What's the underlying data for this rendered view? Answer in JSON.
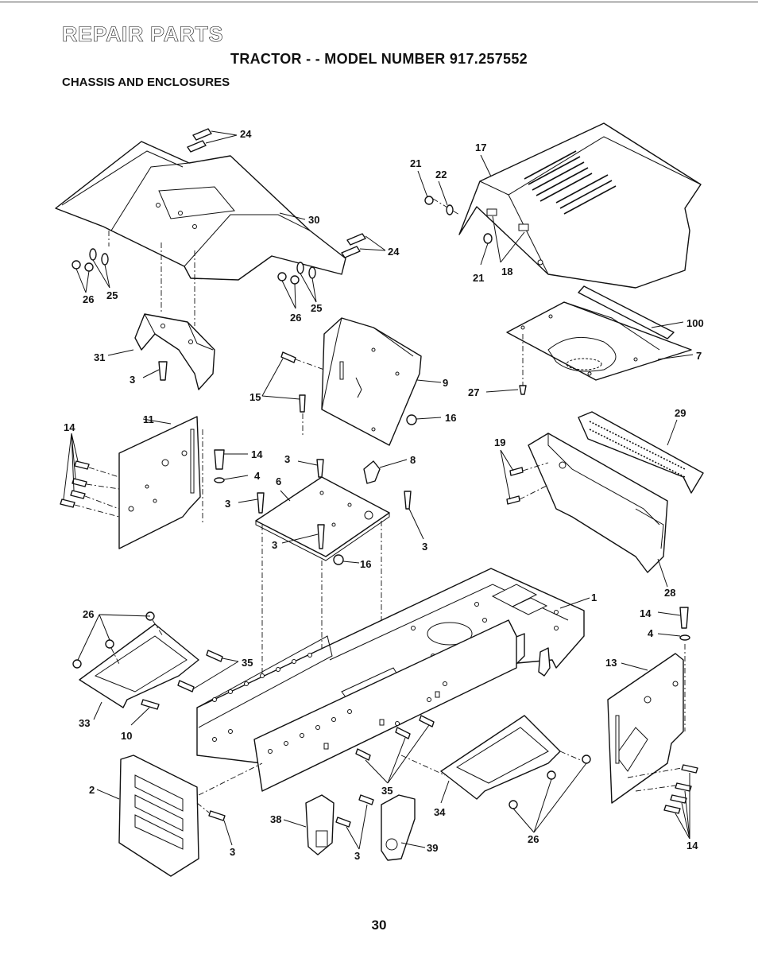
{
  "header": {
    "title": "REPAIR PARTS",
    "subtitle": "TRACTOR - - MODEL NUMBER 917.257552",
    "section": "CHASSIS AND ENCLOSURES"
  },
  "page_number": "30",
  "callouts": {
    "c1": "1",
    "c2": "2",
    "c3a": "3",
    "c3b": "3",
    "c3c": "3",
    "c3d": "3",
    "c3e": "3",
    "c3f": "3",
    "c3g": "3",
    "c4a": "4",
    "c4b": "4",
    "c6": "6",
    "c7": "7",
    "c8": "8",
    "c9": "9",
    "c10": "10",
    "c11": "11",
    "c13": "13",
    "c14a": "14",
    "c14b": "14",
    "c14c": "14",
    "c14d": "14",
    "c15": "15",
    "c16a": "16",
    "c16b": "16",
    "c17": "17",
    "c18": "18",
    "c19": "19",
    "c21a": "21",
    "c21b": "21",
    "c22": "22",
    "c24a": "24",
    "c24b": "24",
    "c25a": "25",
    "c25b": "25",
    "c26a": "26",
    "c26b": "26",
    "c26c": "26",
    "c26d": "26",
    "c27": "27",
    "c28": "28",
    "c29": "29",
    "c30": "30",
    "c31": "31",
    "c33": "33",
    "c34": "34",
    "c35a": "35",
    "c35b": "35",
    "c38": "38",
    "c39": "39",
    "c100": "100"
  }
}
